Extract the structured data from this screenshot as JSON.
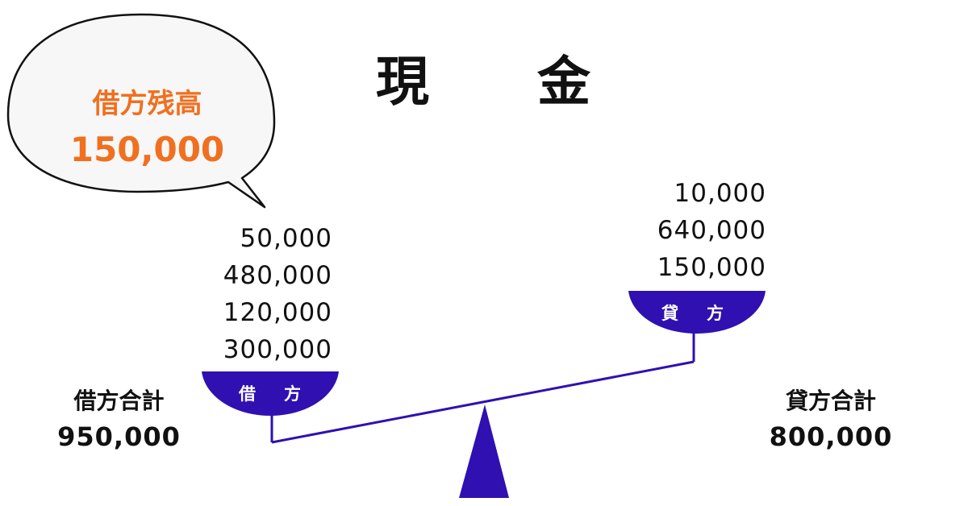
{
  "title": {
    "char1": "現",
    "char2": "金"
  },
  "balance_bubble": {
    "label": "借方残高",
    "value": "150,000"
  },
  "debit": {
    "pan_label_1": "借",
    "pan_label_2": "方",
    "entries": [
      "50,000",
      "480,000",
      "120,000",
      "300,000"
    ],
    "total_label": "借方合計",
    "total_value": "950,000"
  },
  "credit": {
    "pan_label_1": "貸",
    "pan_label_2": "方",
    "entries": [
      "10,000",
      "640,000",
      "150,000"
    ],
    "total_label": "貸方合計",
    "total_value": "800,000"
  },
  "colors": {
    "scale": "#3010b0",
    "bubble_text": "#f07020",
    "bubble_fill": "#f7f7f7",
    "text": "#111111"
  }
}
